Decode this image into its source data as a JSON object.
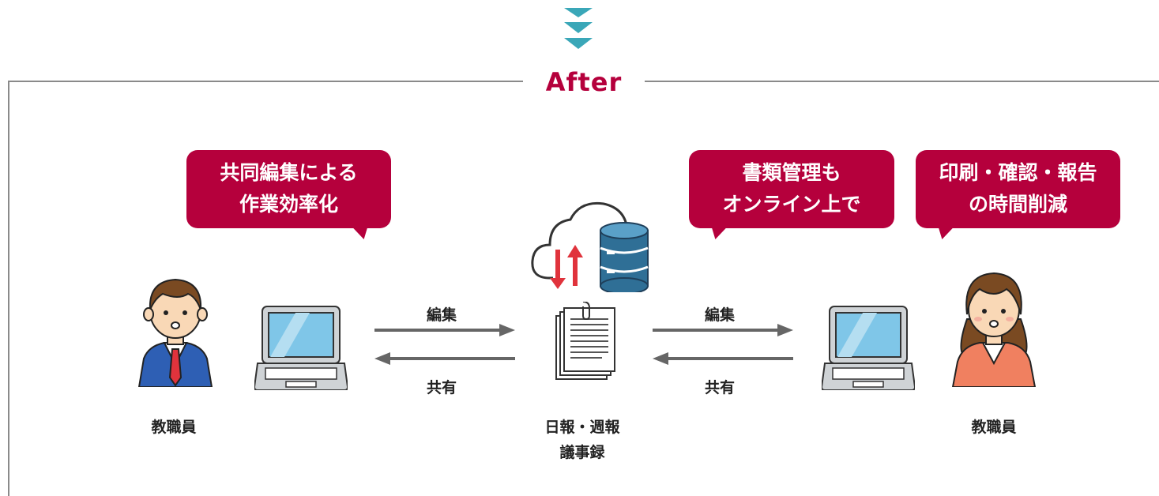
{
  "section_title": "After",
  "bubbles": [
    {
      "lines": [
        "共同編集による",
        "作業効率化"
      ]
    },
    {
      "lines": [
        "書類管理も",
        "オンライン上で"
      ]
    },
    {
      "lines": [
        "印刷・確認・報告",
        "の時間削減"
      ]
    }
  ],
  "people": [
    {
      "label": "教職員"
    },
    {
      "label": "教職員"
    }
  ],
  "center": {
    "lines": [
      "日報・週報",
      "議事録"
    ]
  },
  "flows": {
    "left": {
      "top": "編集",
      "bottom": "共有"
    },
    "right": {
      "top": "編集",
      "bottom": "共有"
    }
  },
  "colors": {
    "accent": "#b5003c",
    "chevron": "#3aa7b8",
    "frame": "#8a8a8a",
    "arrow": "#666666",
    "cloud_arrow": "#e0333c",
    "database": "#2f6f96"
  },
  "icons": [
    "chevron-down-icon",
    "cloud-icon",
    "database-icon",
    "sync-arrows-icon",
    "document-stack-icon",
    "laptop-icon",
    "male-teacher-icon",
    "female-teacher-icon"
  ]
}
